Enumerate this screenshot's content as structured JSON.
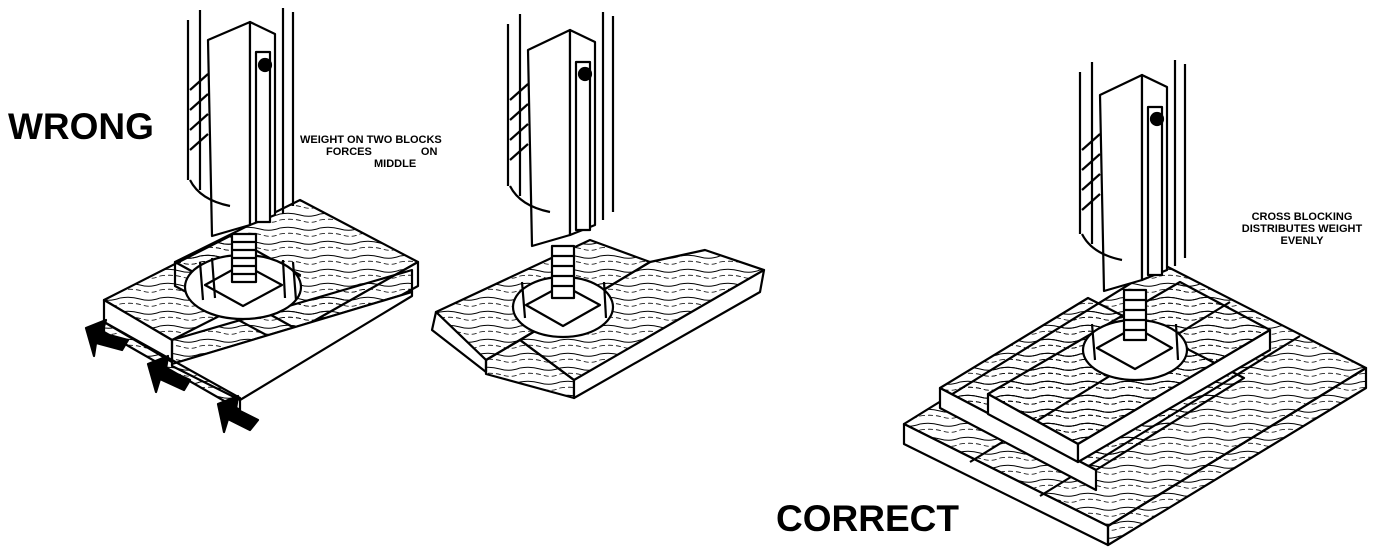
{
  "labels": {
    "wrong": "WRONG",
    "correct": "CORRECT"
  },
  "notes": {
    "weight_on_two_blocks": {
      "line1": "WEIGHT ON TWO BLOCKS",
      "line2": "FORCES ON",
      "line3": "MIDDLE"
    },
    "cross_blocking": {
      "line1": "CROSS BLOCKING",
      "line2": "DISTRIBUTES WEIGHT",
      "line3": "EVENLY"
    }
  },
  "colors": {
    "ink": "#000000",
    "paper": "#ffffff"
  }
}
